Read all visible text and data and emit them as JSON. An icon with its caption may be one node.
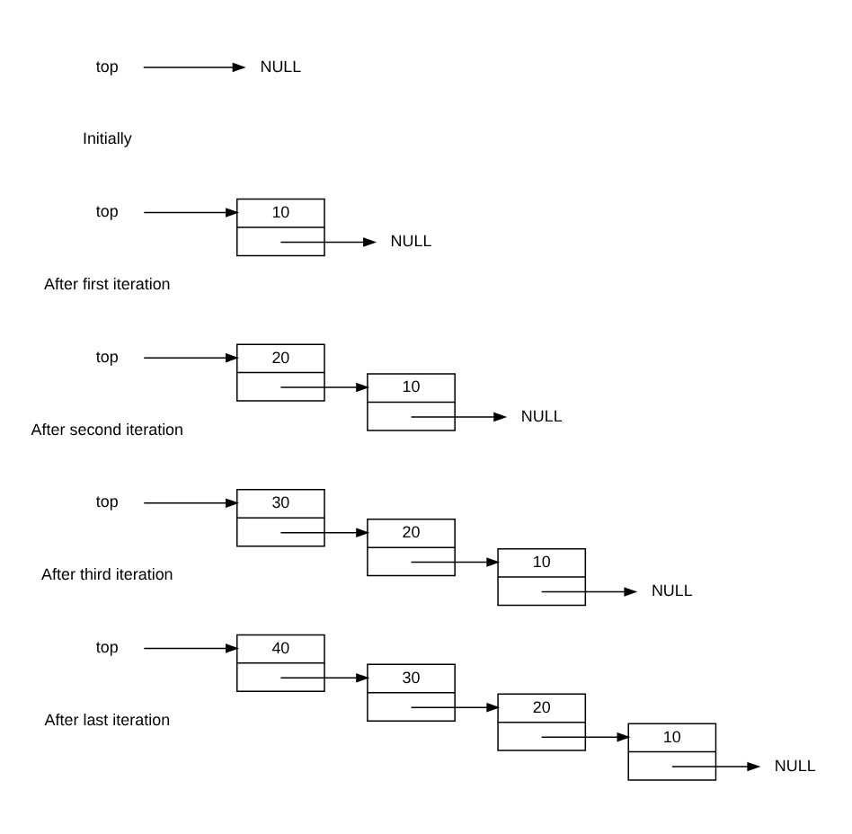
{
  "diagram": {
    "nodes": [
      {
        "text": [
          "top"
        ]
      },
      {
        "text": [
          "NULL"
        ]
      },
      {
        "text": [
          "10"
        ]
      },
      {
        "text": [
          "NULL"
        ]
      },
      {
        "text": [
          "top"
        ]
      },
      {
        "text": [
          "20"
        ]
      },
      {
        "text": [
          "10"
        ]
      },
      {
        "text": [
          "NULL"
        ]
      },
      {
        "text": [
          "top"
        ]
      },
      {
        "text": [
          "30"
        ]
      },
      {
        "text": [
          "20"
        ]
      },
      {
        "text": [
          "10"
        ]
      },
      {
        "text": [
          "NULL"
        ]
      },
      {
        "text": [
          "top"
        ]
      },
      {
        "text": [
          "40"
        ]
      },
      {
        "text": [
          "30"
        ]
      },
      {
        "text": [
          "20"
        ]
      },
      {
        "text": [
          "10"
        ]
      },
      {
        "text": [
          "NULL"
        ]
      },
      {
        "text": [
          "top"
        ]
      }
    ],
    "edges": [
      {
        "from": 0,
        "to": 1,
        "arrow": "to"
      },
      {
        "from": 2,
        "to": 3,
        "arrow": "to"
      },
      {
        "from": 4,
        "to": 2,
        "arrow": "to"
      },
      {
        "from": 5,
        "to": 6,
        "arrow": "to"
      },
      {
        "from": 6,
        "to": 7,
        "arrow": "to"
      },
      {
        "from": 8,
        "to": 5,
        "arrow": "to"
      },
      {
        "from": 9,
        "to": 10,
        "arrow": "to"
      },
      {
        "from": 10,
        "to": 11,
        "arrow": "to"
      },
      {
        "from": 11,
        "to": 12,
        "arrow": "to"
      },
      {
        "from": 13,
        "to": 9,
        "arrow": "to"
      },
      {
        "from": 14,
        "to": 15,
        "arrow": "to"
      },
      {
        "from": 15,
        "to": 16,
        "arrow": "to"
      },
      {
        "from": 16,
        "to": 17,
        "arrow": "to"
      },
      {
        "from": 17,
        "to": 18,
        "arrow": "to"
      },
      {
        "from": 19,
        "to": 14,
        "arrow": "to"
      }
    ],
    "labels": [
      "Initially",
      "After first iteration",
      "After second iteration",
      "After third iteration",
      "After last iteration"
    ]
  }
}
